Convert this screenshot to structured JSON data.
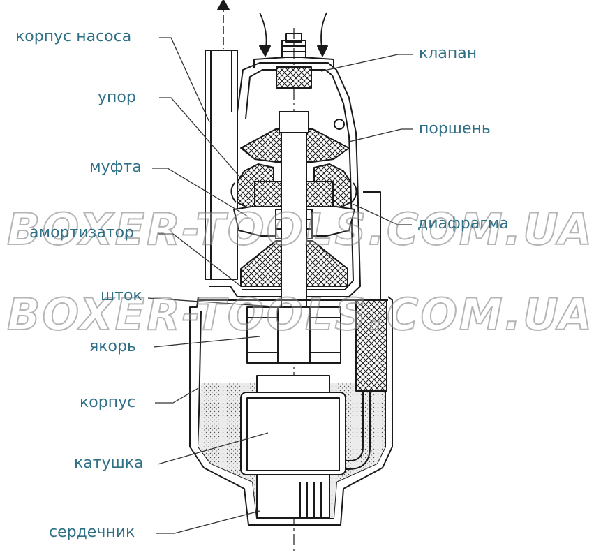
{
  "labels": {
    "pump_housing": "корпус насоса",
    "stop": "упор",
    "coupling": "муфта",
    "shock_absorber": "амортизатор",
    "rod": "шток",
    "armature": "якорь",
    "housing": "корпус",
    "coil": "катушка",
    "core": "сердечник",
    "valve": "клапан",
    "piston": "поршень",
    "diaphragm": "диафрагма"
  },
  "watermark": "BOXER-TOOLS.COM.UA",
  "colors": {
    "label_text": "#2f7087",
    "drawing_stroke": "#1a1a1a",
    "rubber_hatch": "#1a1a1a",
    "compound_fill": "#e6e6e6"
  }
}
